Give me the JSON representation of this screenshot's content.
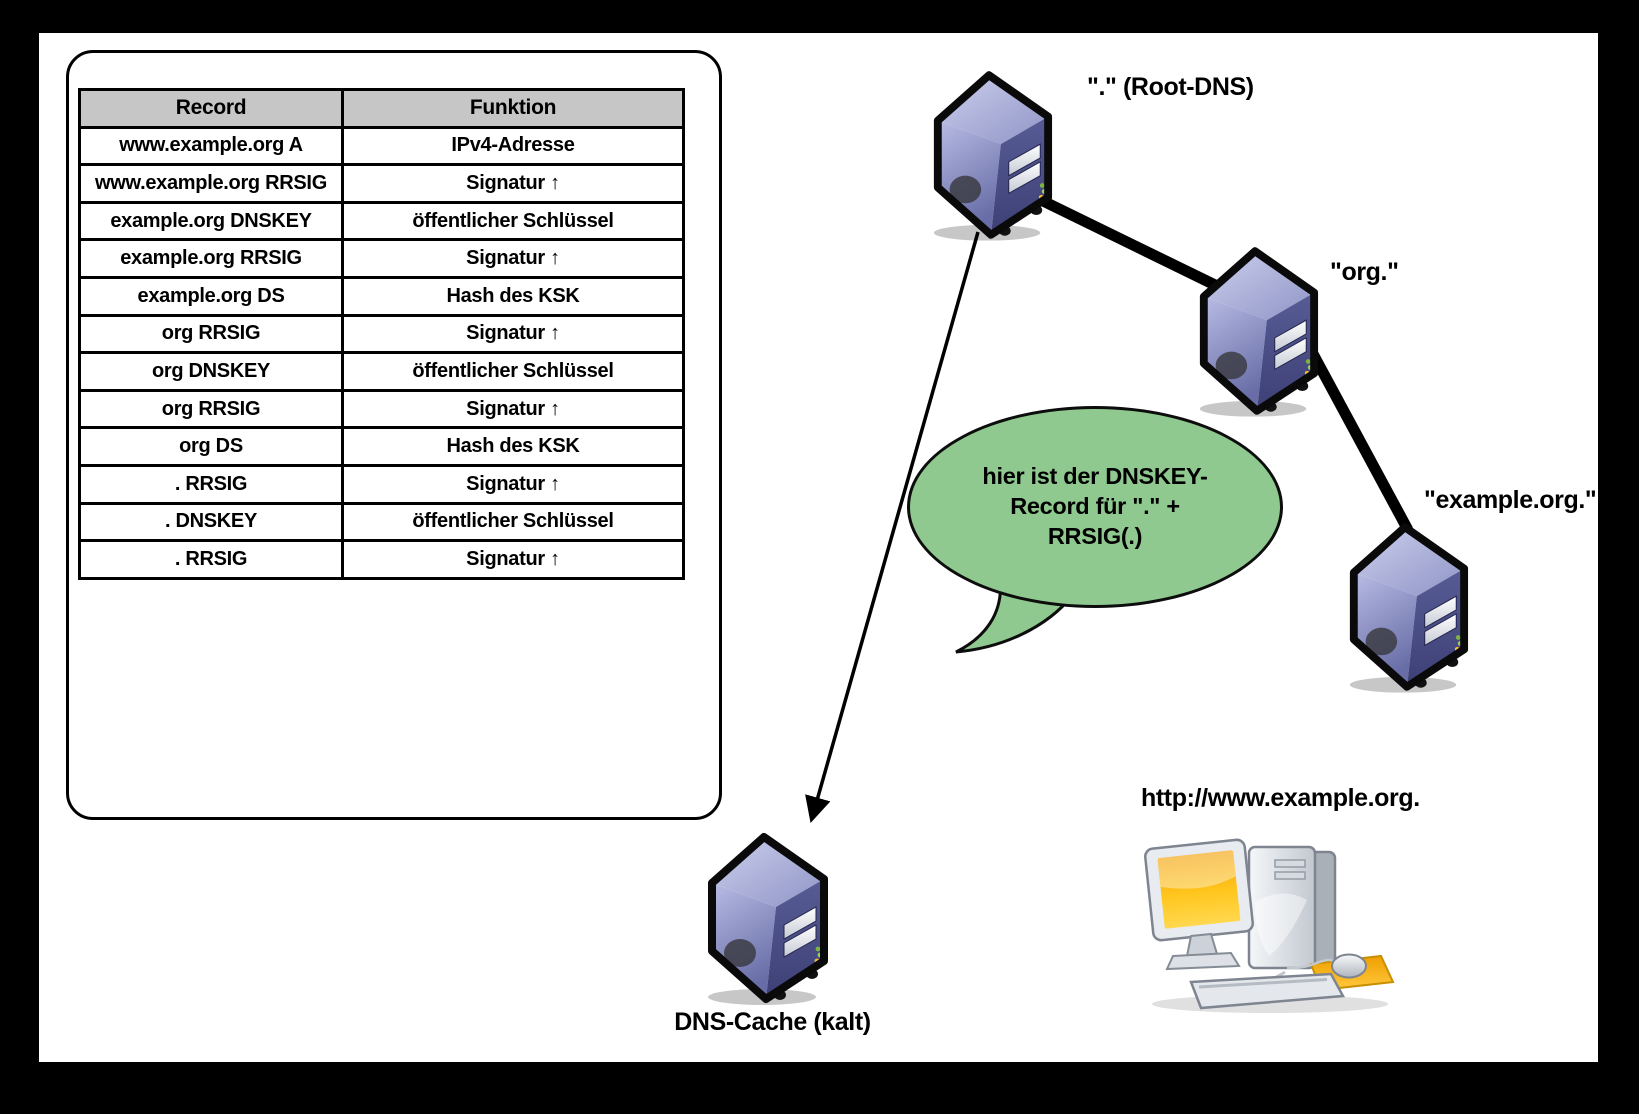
{
  "table": {
    "headers": [
      "Record",
      "Funktion"
    ],
    "rows": [
      [
        "www.example.org A",
        "IPv4-Adresse"
      ],
      [
        "www.example.org RRSIG",
        "Signatur ↑"
      ],
      [
        "example.org DNSKEY",
        "öffentlicher Schlüssel"
      ],
      [
        "example.org RRSIG",
        "Signatur ↑"
      ],
      [
        "example.org DS",
        "Hash des KSK"
      ],
      [
        "org RRSIG",
        "Signatur ↑"
      ],
      [
        "org DNSKEY",
        "öffentlicher Schlüssel"
      ],
      [
        "org RRSIG",
        "Signatur ↑"
      ],
      [
        "org DS",
        "Hash des KSK"
      ],
      [
        ". RRSIG",
        "Signatur ↑"
      ],
      [
        ". DNSKEY",
        "öffentlicher Schlüssel"
      ],
      [
        ". RRSIG",
        "Signatur ↑"
      ]
    ]
  },
  "nodes": {
    "root": {
      "label": "\".\" (Root-DNS)"
    },
    "org": {
      "label": "\"org.\""
    },
    "example": {
      "label": "\"example.org.\""
    },
    "cache": {
      "label": "DNS-Cache (kalt)"
    },
    "client": {
      "label": "http://www.example.org."
    }
  },
  "bubble": {
    "text": "hier ist der DNSKEY-Record für \".\" + RRSIG(.)",
    "lines": [
      "hier ist der DNSKEY-",
      "Record für \".\" +",
      "RRSIG(.)"
    ]
  },
  "colors": {
    "frame": "#000000",
    "canvas": "#ffffff",
    "table_header_bg": "#c6c6c6",
    "bubble_green": "#8fc98f",
    "server_blue": "#7075ab",
    "screen_orange": "#ffc61e",
    "mousepad_orange": "#f0a500"
  }
}
